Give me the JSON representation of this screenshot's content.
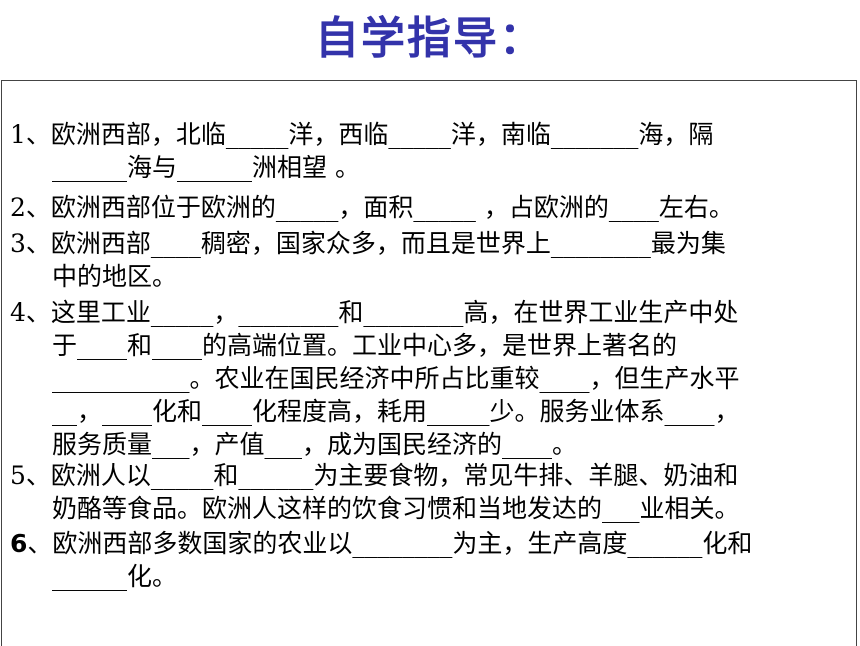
{
  "title": "自学指导：",
  "questions": [
    {
      "lines": [
        "1、欧洲西部，北临_____洋，西临_____洋，南临_______海，隔",
        "______海与______洲相望 。"
      ]
    },
    {
      "lines": [
        "2、欧洲西部位于欧洲的_____，面积_____ ，占欧洲的____左右。"
      ]
    },
    {
      "lines": [
        "3、欧洲西部____稠密，国家众多，而且是世界上________最为集",
        "中的地区。"
      ]
    },
    {
      "lines": [
        "4、这里工业_____，________和________高，在世界工业生产中处",
        "于____和____的高端位置。工业中心多，是世界上著名的",
        "___________。农业在国民经济中所占比重较____，但生产水平",
        "__，____化和____化程度高，耗用_____少。服务业体系____，",
        "服务质量___，产值___，成为国民经济的____。"
      ]
    },
    {
      "lines": [
        "5、欧洲人以_____和______为主要食物，常见牛排、羊腿、奶油和",
        "奶酪等食品。欧洲人这样的饮食习惯和当地发达的___业相关。"
      ]
    },
    {
      "number": "6",
      "lines": [
        "、欧洲西部多数国家的农业以________为主，生产高度______化和",
        "______化。"
      ]
    }
  ]
}
